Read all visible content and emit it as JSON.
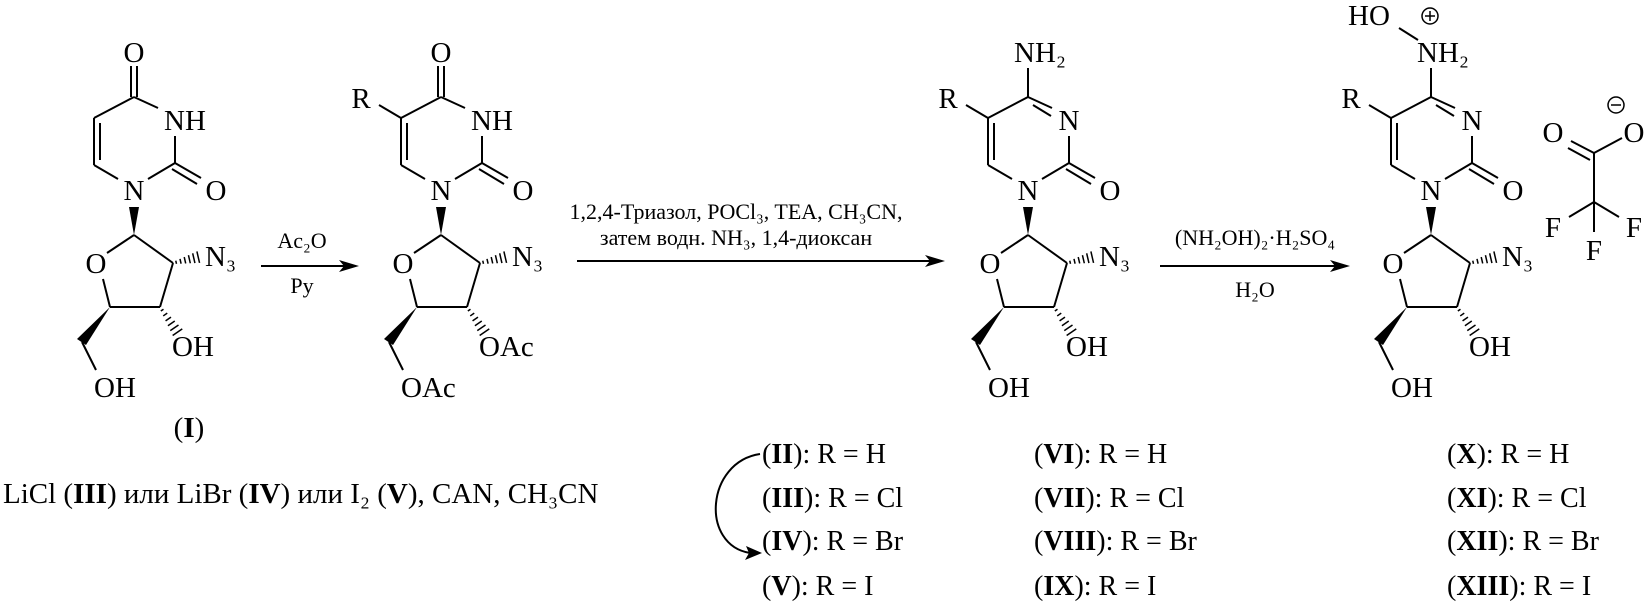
{
  "structures": [
    {
      "label_id": "I",
      "atoms": {
        "o4": "O",
        "n3": "NH",
        "n1": "N",
        "o2": "O",
        "o_ring": "O",
        "azide": "N₃",
        "o3": "OH",
        "o5": "OH"
      }
    },
    {
      "atoms": {
        "r": "R",
        "o4": "O",
        "n3": "NH",
        "n1": "N",
        "o2": "O",
        "o_ring": "O",
        "azide": "N₃",
        "o3": "OAc",
        "o5": "OAc"
      }
    },
    {
      "atoms": {
        "r": "R",
        "nh2": "NH₂",
        "n3": "N",
        "n1": "N",
        "o2": "O",
        "o_ring": "O",
        "azide": "N₃",
        "o3": "OH",
        "o5": "OH"
      }
    },
    {
      "atoms": {
        "ho": "HO",
        "r": "R",
        "nh2": "NH₂",
        "n3": "N",
        "n1": "N",
        "o2": "O",
        "o_ring": "O",
        "azide": "N₃",
        "o3": "OH",
        "o5": "OH"
      }
    }
  ],
  "counterion": {
    "o_left": "O",
    "o_right": "O",
    "f_left": "F",
    "f_right": "F",
    "f_bottom": "F"
  },
  "arrows": [
    {
      "above": [
        "Ac₂O"
      ],
      "below": [
        "Py"
      ]
    },
    {
      "above": [
        "1,2,4-Триазол, POCl₃, TEA, CH₃CN,",
        "затем водн. NH₃, 1,4-диоксан"
      ],
      "below": []
    },
    {
      "above": [
        "(NH₂OH)₂·H₂SO₄"
      ],
      "below": [
        "H₂O"
      ]
    }
  ],
  "halogenation": {
    "pieces": [
      {
        "t": "LiCl ("
      },
      {
        "t": "III",
        "b": true
      },
      {
        "t": ") или LiBr ("
      },
      {
        "t": "IV",
        "b": true
      },
      {
        "t": ") или  I₂ ("
      },
      {
        "t": "V",
        "b": true
      },
      {
        "t": "), CAN, CH₃CN"
      }
    ]
  },
  "compound_lists": [
    [
      {
        "id": "II",
        "rest": ": R = H"
      },
      {
        "id": "III",
        "rest": ": R = Cl"
      },
      {
        "id": "IV",
        "rest": ": R = Br"
      },
      {
        "id": "V",
        "rest": ": R = I"
      }
    ],
    [
      {
        "id": "VI",
        "rest": ": R = H"
      },
      {
        "id": "VII",
        "rest": ": R = Cl"
      },
      {
        "id": "VIII",
        "rest": ": R = Br"
      },
      {
        "id": "IX",
        "rest": ": R = I"
      }
    ],
    [
      {
        "id": "X",
        "rest": ": R = H"
      },
      {
        "id": "XI",
        "rest": ": R = Cl"
      },
      {
        "id": "XII",
        "rest": ": R = Br"
      },
      {
        "id": "XIII",
        "rest": ": R = I"
      }
    ]
  ]
}
